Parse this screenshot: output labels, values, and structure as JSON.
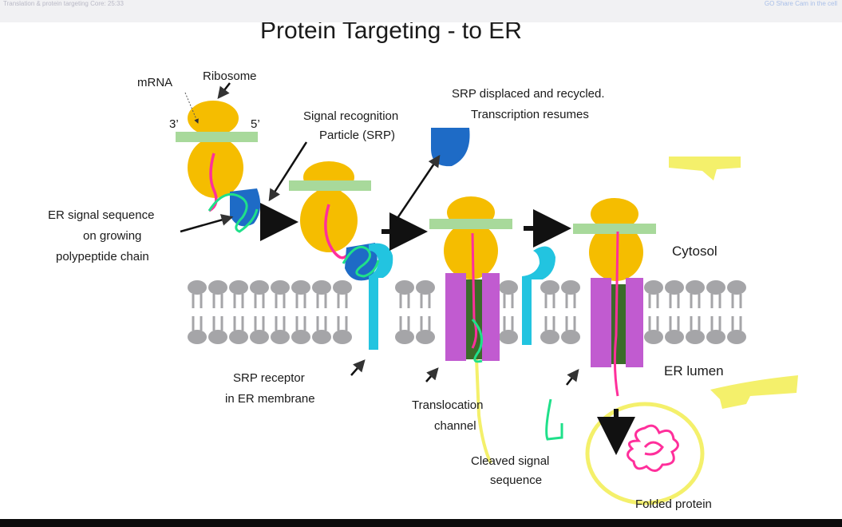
{
  "topbar": {
    "left_text": "Translation & protein targeting   Core: 25:33",
    "right_text": "GO  Share Cam in the cell"
  },
  "slide": {
    "title": "Protein Targeting - to ER",
    "labels": {
      "ribosome": "Ribosome",
      "mrna": "mRNA",
      "three_prime": "3’",
      "five_prime": "5’",
      "srp_line1": "Signal recognition",
      "srp_line2": "Particle (SRP)",
      "displaced_line1": "SRP displaced and recycled.",
      "displaced_line2": "Transcription resumes",
      "er_signal_line1": "ER signal sequence",
      "er_signal_line2": "on growing",
      "er_signal_line3": "polypeptide chain",
      "cytosol": "Cytosol",
      "er_lumen": "ER lumen",
      "srp_receptor_line1": "SRP receptor",
      "srp_receptor_line2": "in ER membrane",
      "translocation_line1": "Translocation",
      "translocation_line2": "channel",
      "cleaved_line1": "Cleaved signal",
      "cleaved_line2": "sequence",
      "folded": "Folded protein"
    }
  },
  "colors": {
    "ribosome": "#f5bd00",
    "mrna_bar": "#a8d99b",
    "srp": "#1e6bc6",
    "receptor": "#22c4e0",
    "channel": "#c15bd0",
    "channel_inner": "#3b6b2a",
    "polypeptide": "#ff2f9b",
    "signal": "#1fe08a",
    "lipid": "#a5a5a8",
    "highlighter": "#f4f06b"
  }
}
